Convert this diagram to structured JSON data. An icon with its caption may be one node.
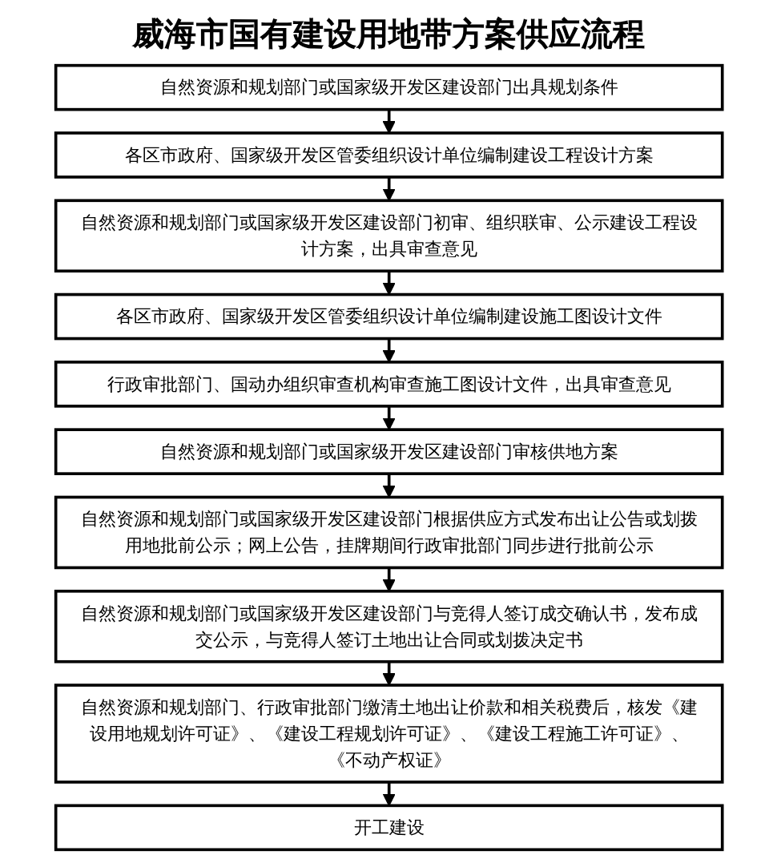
{
  "diagram": {
    "title": "威海市国有建设用地带方案供应流程",
    "nodes": [
      {
        "text": [
          "自然资源和规划部门或国家级开发区建设部门出具规划条件"
        ]
      },
      {
        "text": [
          "各区市政府、国家级开发区管委组织设计单位编制建设工程设计方案"
        ]
      },
      {
        "text": [
          "自然资源和规划部门或国家级开发区建设部门初审、组织联审、公示建设工程设计方案，出具审查意见"
        ]
      },
      {
        "text": [
          "各区市政府、国家级开发区管委组织设计单位编制建设施工图设计文件"
        ]
      },
      {
        "text": [
          "行政审批部门、国动办组织审查机构审查施工图设计文件，出具审查意见"
        ]
      },
      {
        "text": [
          "自然资源和规划部门或国家级开发区建设部门审核供地方案"
        ]
      },
      {
        "text": [
          "自然资源和规划部门或国家级开发区建设部门根据供应方式发布出让公告或划拨用地批前公示；网上公告，挂牌期间行政审批部门同步进行批前公示"
        ]
      },
      {
        "text": [
          "自然资源和规划部门或国家级开发区建设部门与竞得人签订成交确认书，发布成交公示，与竞得人签订土地出让合同或划拨决定书"
        ]
      },
      {
        "text": [
          "自然资源和规划部门、行政审批部门缴清土地出让价款和相关税费后，核发《建设用地规划许可证》、《建设工程规划许可证》、《建设工程施工许可证》、《不动产权证》"
        ]
      },
      {
        "text": [
          "开工建设"
        ]
      }
    ],
    "edges": [
      {
        "from": 0,
        "to": 1,
        "arrow": "to"
      },
      {
        "from": 1,
        "to": 2,
        "arrow": "to"
      },
      {
        "from": 2,
        "to": 3,
        "arrow": "to"
      },
      {
        "from": 3,
        "to": 4,
        "arrow": "to"
      },
      {
        "from": 4,
        "to": 5,
        "arrow": "to"
      },
      {
        "from": 5,
        "to": 6,
        "arrow": "to"
      },
      {
        "from": 6,
        "to": 7,
        "arrow": "to"
      },
      {
        "from": 7,
        "to": 8,
        "arrow": "to"
      },
      {
        "from": 8,
        "to": 9,
        "arrow": "to"
      }
    ]
  }
}
